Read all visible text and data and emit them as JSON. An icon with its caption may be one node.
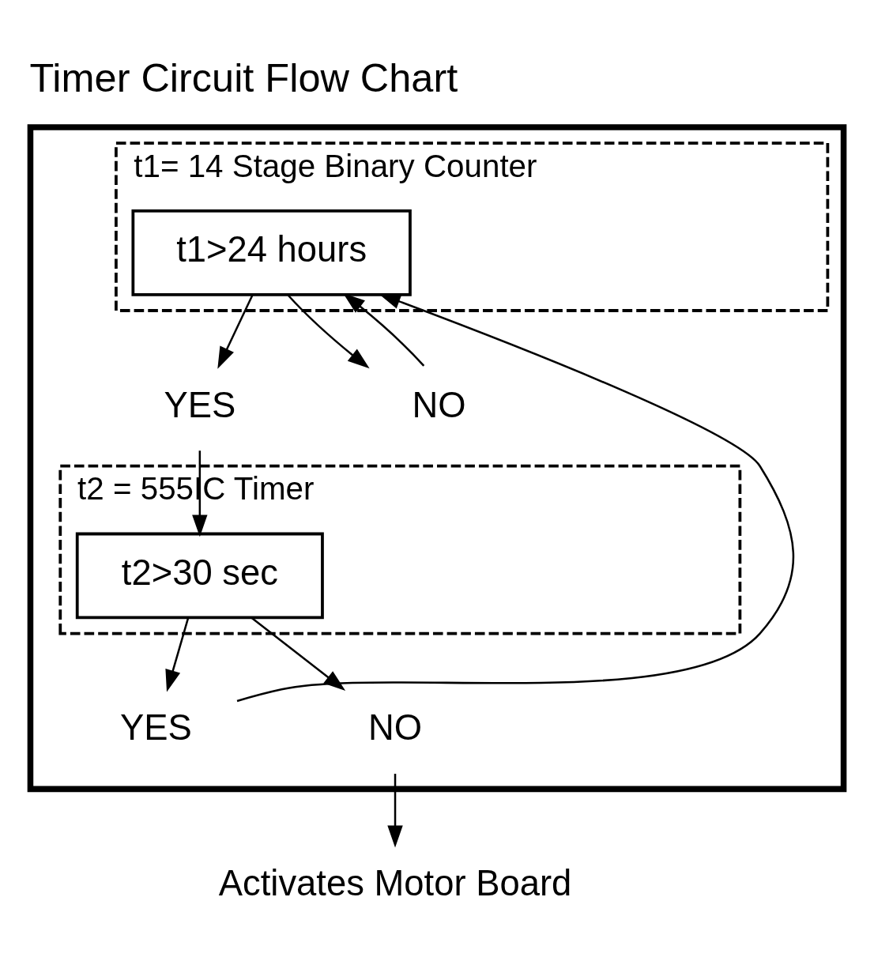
{
  "diagram": {
    "title": "Timer Circuit Flow Chart",
    "nodes": [
      {
        "text": [],
        "shape": "box"
      },
      {
        "text": [
          "t1= 14 Stage Binary Counter"
        ],
        "in": 0
      },
      {
        "text": [
          "t1>24 hours"
        ],
        "in": 1
      },
      {
        "text": [
          "YES"
        ],
        "in": 0
      },
      {
        "text": [
          "NO"
        ],
        "in": 0
      },
      {
        "text": [
          "t2 = 555IC Timer"
        ],
        "in": 0
      },
      {
        "text": [
          "t2>30 sec"
        ],
        "in": 5
      },
      {
        "text": [
          "YES"
        ],
        "in": 0
      },
      {
        "text": [
          "NO"
        ],
        "in": 0
      },
      {
        "text": [
          "Activates Motor Board"
        ]
      }
    ],
    "edges": [
      {
        "from": 2,
        "to": 3,
        "arrow": "to"
      },
      {
        "from": 2,
        "to": 4,
        "arrow": "to"
      },
      {
        "from": 4,
        "to": 2,
        "arrow": "to"
      },
      {
        "from": 3,
        "to": 6,
        "arrow": "to"
      },
      {
        "from": 6,
        "to": 7,
        "arrow": "to"
      },
      {
        "from": 6,
        "to": 8,
        "arrow": "to"
      },
      {
        "from": 7,
        "to": 2,
        "arrow": "to"
      },
      {
        "from": 8,
        "to": 9,
        "arrow": "to"
      }
    ]
  }
}
